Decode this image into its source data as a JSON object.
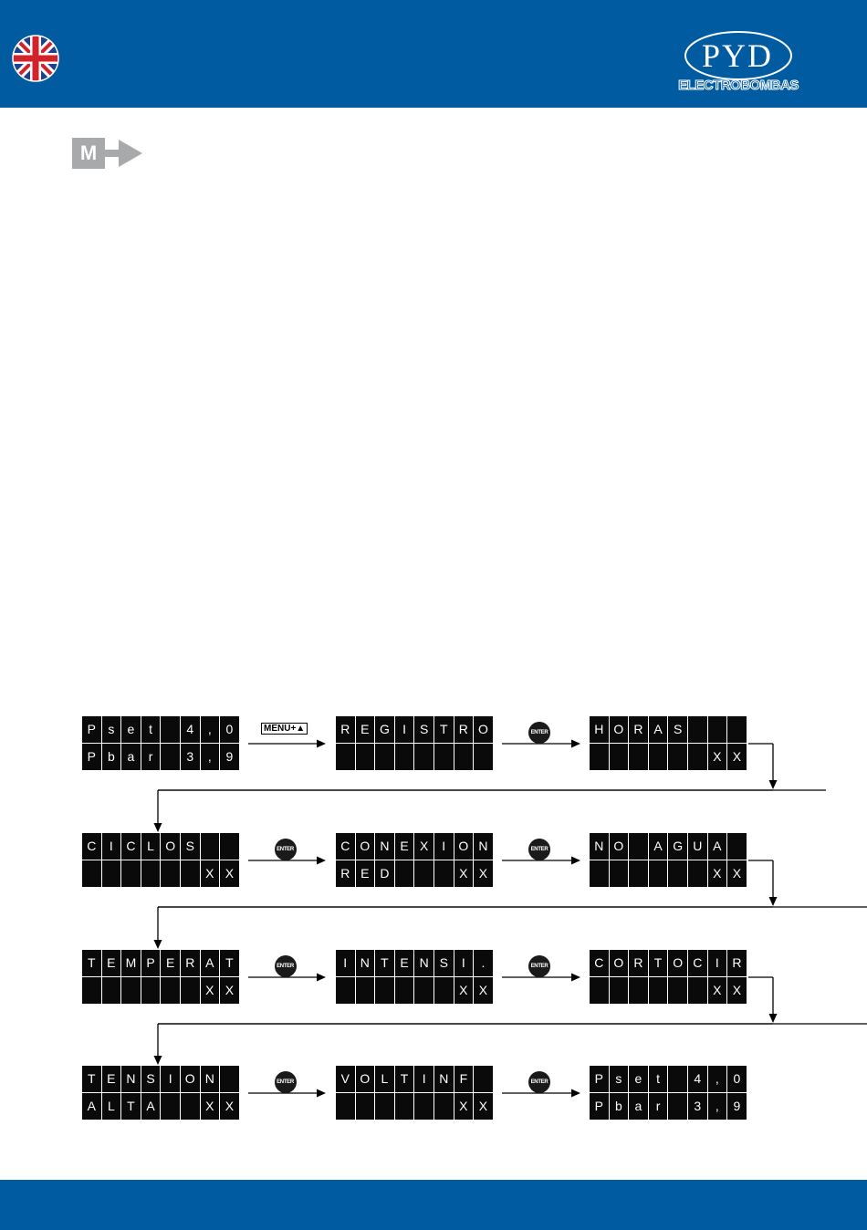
{
  "colors": {
    "brand": "#005ba1",
    "lcd": "#0a0a0a",
    "badge": "#a8a9ab"
  },
  "header": {
    "flag_icon": "uk-flag-icon",
    "logo_text": "PYD",
    "logo_sub": "ELECTROBOMBAS"
  },
  "section_marker": {
    "label": "M"
  },
  "arrow_labels": {
    "menu_up": "MENU+▲",
    "enter": "ENTER"
  },
  "displays": [
    {
      "id": "main-start",
      "line1": [
        "P",
        "s",
        "e",
        "t",
        "",
        "4",
        ",",
        "0"
      ],
      "line2": [
        "P",
        "b",
        "a",
        "r",
        "",
        "3",
        ",",
        "9"
      ]
    },
    {
      "id": "registro",
      "line1": [
        "R",
        "E",
        "G",
        "I",
        "S",
        "T",
        "R",
        "O"
      ],
      "line2": [
        "",
        "",
        "",
        "",
        "",
        "",
        "",
        ""
      ]
    },
    {
      "id": "horas",
      "line1": [
        "H",
        "O",
        "R",
        "A",
        "S",
        "",
        "",
        ""
      ],
      "line2": [
        "",
        "",
        "",
        "",
        "",
        "",
        "X",
        "X"
      ]
    },
    {
      "id": "ciclos",
      "line1": [
        "C",
        "I",
        "C",
        "L",
        "O",
        "S",
        "",
        ""
      ],
      "line2": [
        "",
        "",
        "",
        "",
        "",
        "",
        "X",
        "X"
      ]
    },
    {
      "id": "conexion-red",
      "line1": [
        "C",
        "O",
        "N",
        "E",
        "X",
        "I",
        "O",
        "N"
      ],
      "line2": [
        "R",
        "E",
        "D",
        "",
        "",
        "",
        "X",
        "X"
      ]
    },
    {
      "id": "no-agua",
      "line1": [
        "N",
        "O",
        "",
        "A",
        "G",
        "U",
        "A",
        ""
      ],
      "line2": [
        "",
        "",
        "",
        "",
        "",
        "",
        "X",
        "X"
      ]
    },
    {
      "id": "temperat",
      "line1": [
        "T",
        "E",
        "M",
        "P",
        "E",
        "R",
        "A",
        "T"
      ],
      "line2": [
        "",
        "",
        "",
        "",
        "",
        "",
        "X",
        "X"
      ]
    },
    {
      "id": "intensi",
      "line1": [
        "I",
        "N",
        "T",
        "E",
        "N",
        "S",
        "I",
        "."
      ],
      "line2": [
        "",
        "",
        "",
        "",
        "",
        "",
        "X",
        "X"
      ]
    },
    {
      "id": "cortocir",
      "line1": [
        "C",
        "O",
        "R",
        "T",
        "O",
        "C",
        "I",
        "R"
      ],
      "line2": [
        "",
        "",
        "",
        "",
        "",
        "",
        "X",
        "X"
      ]
    },
    {
      "id": "tension-alta",
      "line1": [
        "T",
        "E",
        "N",
        "S",
        "I",
        "O",
        "N",
        ""
      ],
      "line2": [
        "A",
        "L",
        "T",
        "A",
        "",
        "",
        "X",
        "X"
      ]
    },
    {
      "id": "volt-inf",
      "line1": [
        "V",
        "O",
        "L",
        "T",
        "I",
        "N",
        "F",
        ""
      ],
      "line2": [
        "",
        "",
        "",
        "",
        "",
        "",
        "X",
        "X"
      ]
    },
    {
      "id": "main-end",
      "line1": [
        "P",
        "s",
        "e",
        "t",
        "",
        "4",
        ",",
        "0"
      ],
      "line2": [
        "P",
        "b",
        "a",
        "r",
        "",
        "3",
        ",",
        "9"
      ]
    }
  ]
}
